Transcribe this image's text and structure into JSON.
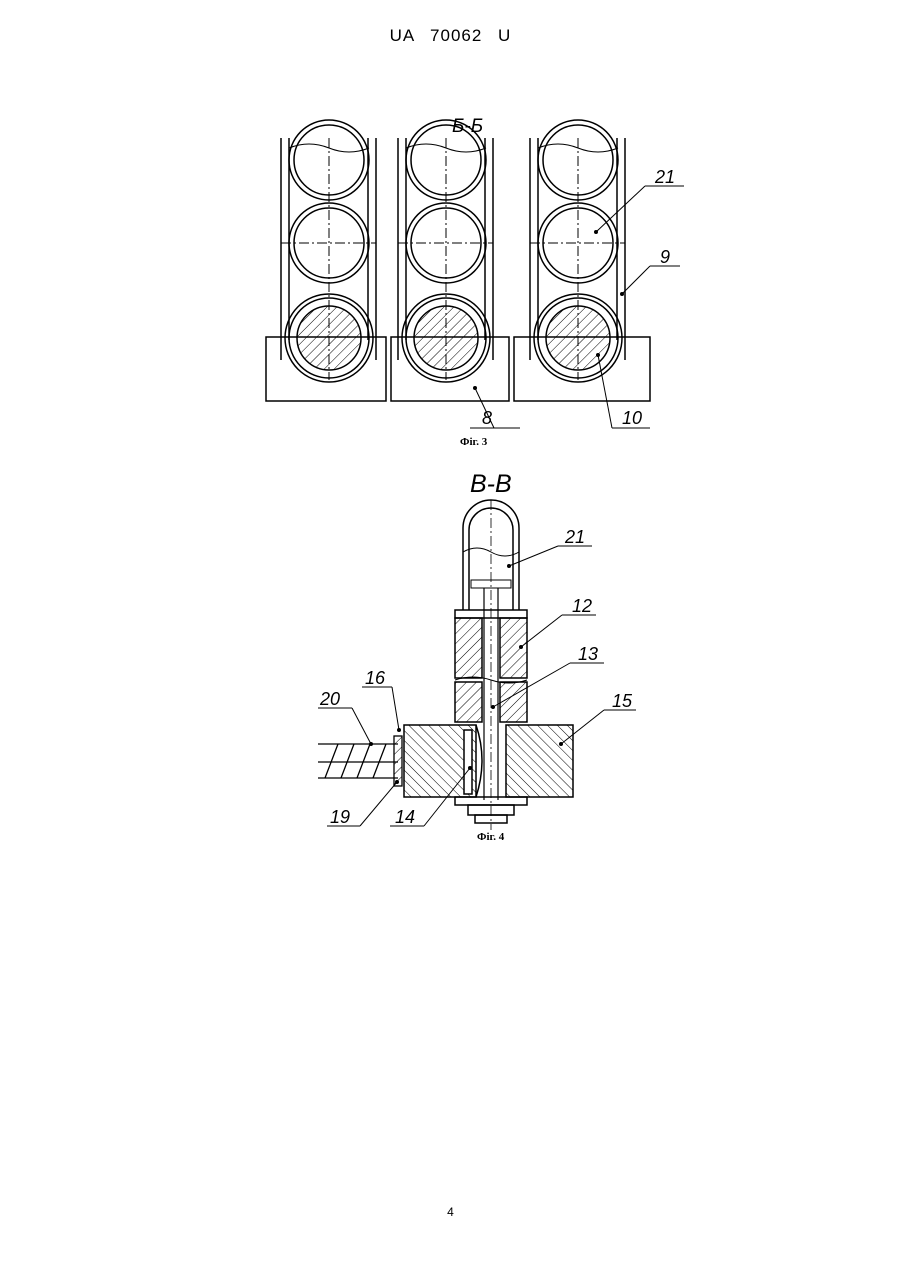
{
  "header": {
    "doc_id": "UA   70062   U"
  },
  "figure3": {
    "section": "Б-Б",
    "caption": "Фіг. 3",
    "labels": {
      "l21": "21",
      "l9": "9",
      "l8": "8",
      "l10": "10"
    }
  },
  "figure4": {
    "section": "В-В",
    "caption": "Фіг. 4",
    "labels": {
      "l21": "21",
      "l12": "12",
      "l13": "13",
      "l15": "15",
      "l16": "16",
      "l20": "20",
      "l19": "19",
      "l14": "14"
    }
  },
  "footer": {
    "page_number": "4"
  }
}
